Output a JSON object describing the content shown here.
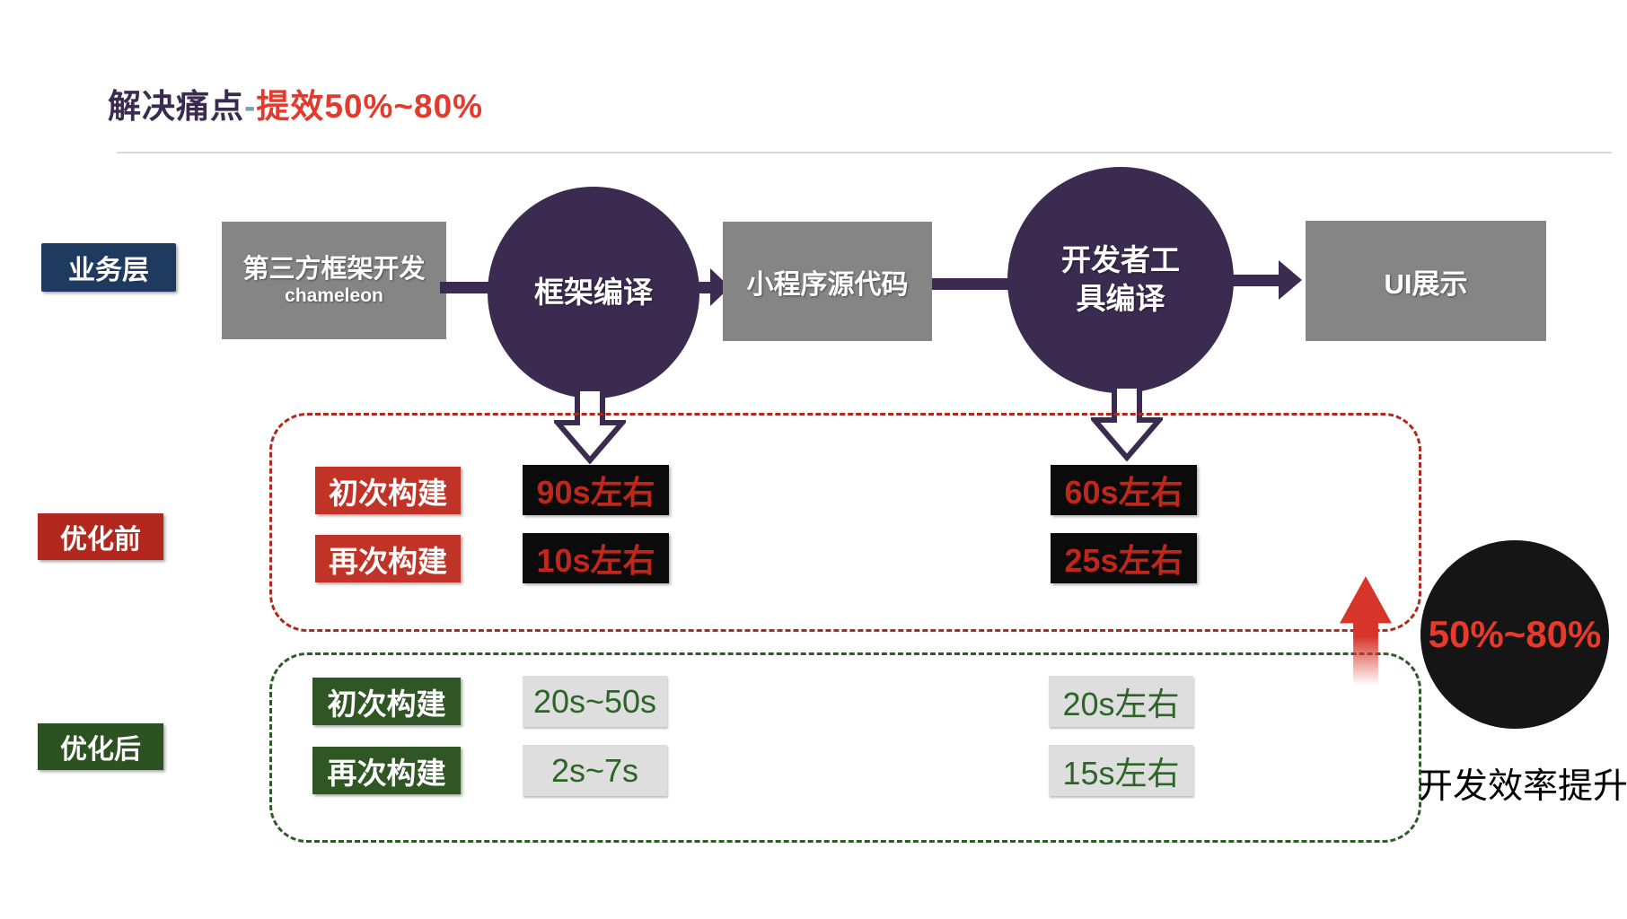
{
  "title": {
    "part1": "解决痛点",
    "dash": "-",
    "part2": "提效50%~80%"
  },
  "flow": {
    "layer_label": "业务层",
    "step1_line1": "第三方框架开发",
    "step1_line2": "chameleon",
    "circle1": "框架编译",
    "step2": "小程序源代码",
    "circle2_line1": "开发者工",
    "circle2_line2": "具编译",
    "step3": "UI展示"
  },
  "before": {
    "label": "优化前",
    "rows": [
      {
        "name": "初次构建",
        "left_value": "90s左右",
        "right_value": "60s左右"
      },
      {
        "name": "再次构建",
        "left_value": "10s左右",
        "right_value": "25s左右"
      }
    ]
  },
  "after": {
    "label": "优化后",
    "rows": [
      {
        "name": "初次构建",
        "left_value": "20s~50s",
        "right_value": "20s左右"
      },
      {
        "name": "再次构建",
        "left_value": "2s~7s",
        "right_value": "15s左右"
      }
    ]
  },
  "result": {
    "badge": "50%~80%",
    "caption": "开发效率提升"
  },
  "colors": {
    "accent_purple": "#3B2B50",
    "navy": "#1F3A5F",
    "step_gray": "#858585",
    "title_red": "#E23B2E",
    "dash_blue": "#76A0B8",
    "dash_red": "#AF2A1D",
    "dash_green": "#2E5B28",
    "label_dark_red": "#B3281E",
    "label_red": "#C13327",
    "label_dark_green": "#2C5221",
    "label_green": "#2F5624",
    "value_red": "#C02619",
    "value_green": "#2D6428",
    "value_gray_bg": "#DEDEDE",
    "arrow_red": "#D8352A",
    "badge_black": "#151515",
    "badge_red": "#E73A2C"
  }
}
